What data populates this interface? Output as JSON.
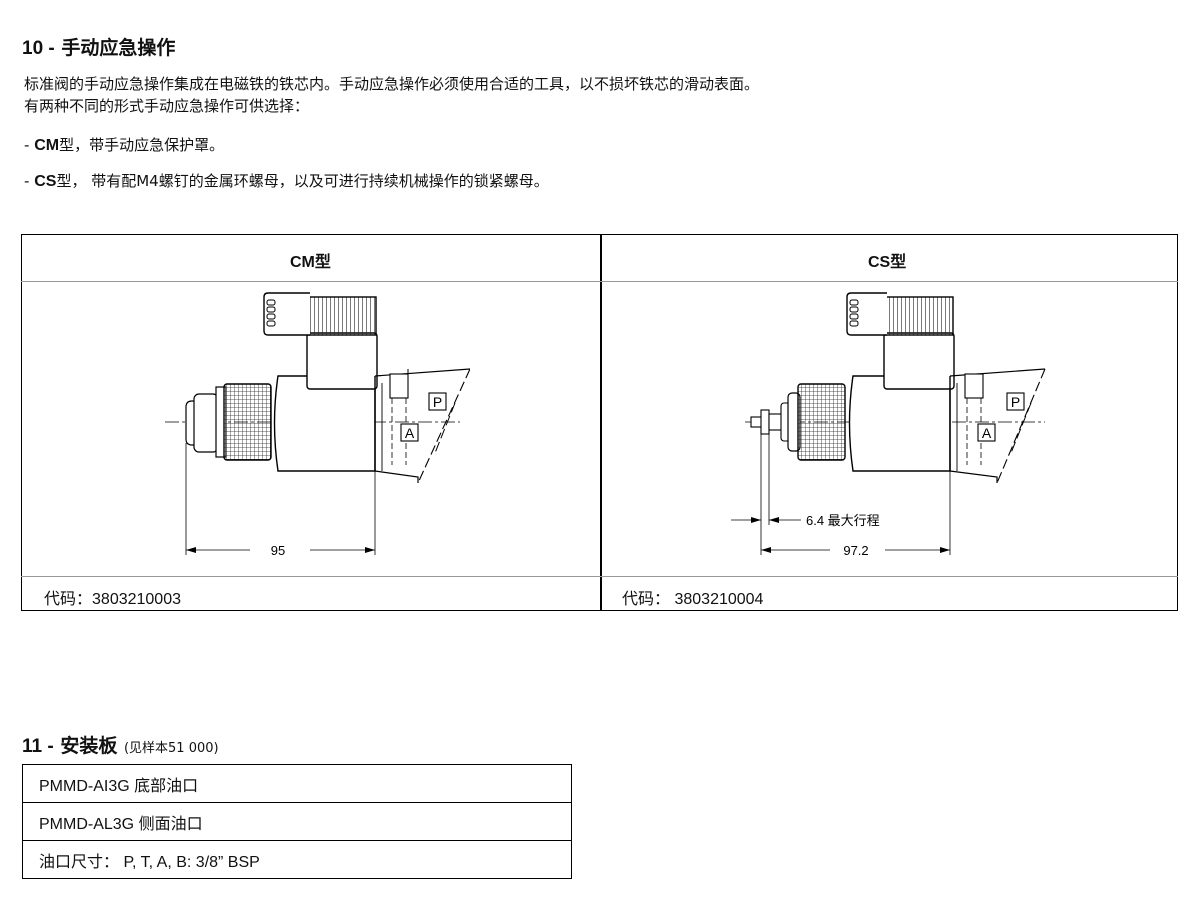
{
  "section10": {
    "number": "10 -",
    "title": "手动应急操作",
    "para_line1": "标准阀的手动应急操作集成在电磁铁的铁芯内。手动应急操作必须使用合适的工具，以不损坏铁芯的滑动表面。",
    "para_line2": "有两种不同的形式手动应急操作可供选择：",
    "bullets": [
      {
        "dash": "-",
        "code": "CM",
        "text": "型，带手动应急保护罩。"
      },
      {
        "dash": "-",
        "code": "CS",
        "text": "型， 带有配M4螺钉的金属环螺母，以及可进行持续机械操作的锁紧螺母。"
      }
    ]
  },
  "figures": {
    "left": {
      "title": "CM型",
      "port_p": "P",
      "port_a": "A",
      "dim": "95",
      "code_label": "代码：",
      "code_value": "3803210003"
    },
    "right": {
      "title": "CS型",
      "port_p": "P",
      "port_a": "A",
      "stroke": "6.4 最大行程",
      "dim": "97.2",
      "code_label": "代码：",
      "code_value": "3803210004"
    }
  },
  "section11": {
    "number": "11 -",
    "title": "安装板",
    "note": "(见样本51 000)",
    "rows": [
      "PMMD-AI3G 底部油口",
      "PMMD-AL3G 侧面油口",
      "油口尺寸： P, T, A, B: 3/8” BSP"
    ]
  }
}
